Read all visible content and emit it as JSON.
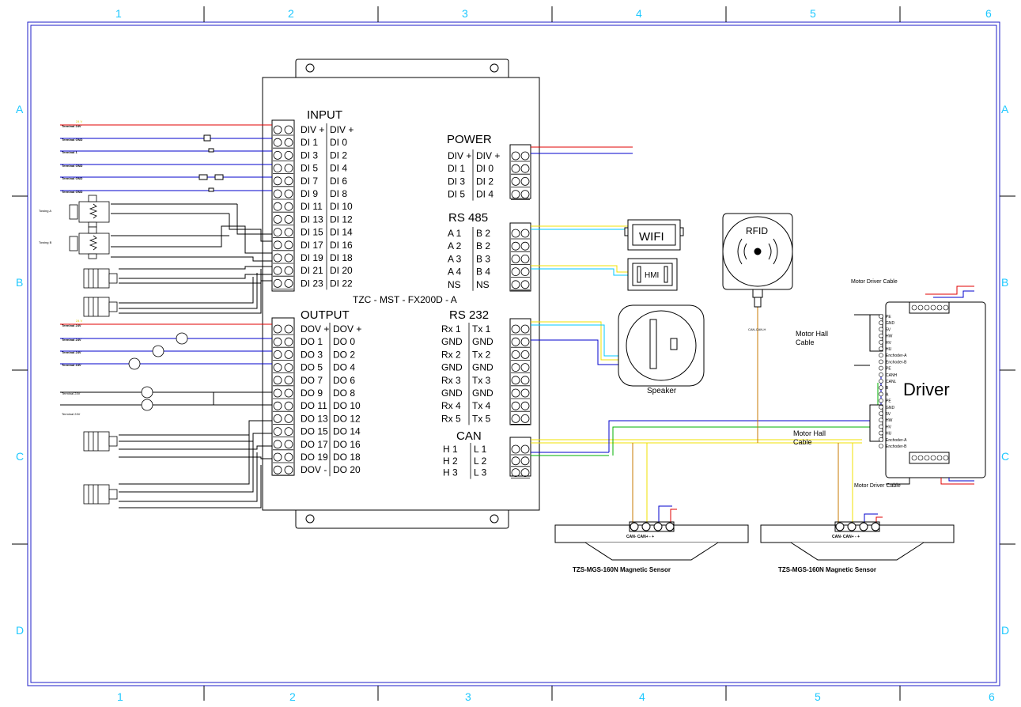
{
  "frame": {
    "columns": [
      "1",
      "2",
      "3",
      "4",
      "5",
      "6"
    ],
    "rows": [
      "A",
      "B",
      "C",
      "D"
    ]
  },
  "controller": {
    "model": "TZC - MST - FX200D - A",
    "input": {
      "title": "INPUT",
      "rows": [
        [
          "DIV +",
          "DIV +"
        ],
        [
          "DI 1",
          "DI 0"
        ],
        [
          "DI 3",
          "DI 2"
        ],
        [
          "DI 5",
          "DI 4"
        ],
        [
          "DI 7",
          "DI 6"
        ],
        [
          "DI 9",
          "DI 8"
        ],
        [
          "DI 11",
          "DI 10"
        ],
        [
          "DI 13",
          "DI 12"
        ],
        [
          "DI 15",
          "DI 14"
        ],
        [
          "DI 17",
          "DI 16"
        ],
        [
          "DI 19",
          "DI 18"
        ],
        [
          "DI 21",
          "DI 20"
        ],
        [
          "DI 23",
          "DI 22"
        ]
      ]
    },
    "output": {
      "title": "OUTPUT",
      "rows": [
        [
          "DOV +",
          "DOV +"
        ],
        [
          "DO 1",
          "DO 0"
        ],
        [
          "DO 3",
          "DO 2"
        ],
        [
          "DO 5",
          "DO 4"
        ],
        [
          "DO 7",
          "DO 6"
        ],
        [
          "DO 9",
          "DO 8"
        ],
        [
          "DO 11",
          "DO 10"
        ],
        [
          "DO 13",
          "DO 12"
        ],
        [
          "DO 15",
          "DO 14"
        ],
        [
          "DO 17",
          "DO 16"
        ],
        [
          "DO 19",
          "DO 18"
        ],
        [
          "DOV -",
          "DO 20"
        ]
      ]
    },
    "power": {
      "title": "POWER",
      "rows": [
        [
          "DIV +",
          "DIV +"
        ],
        [
          "DI 1",
          "DI 0"
        ],
        [
          "DI 3",
          "DI 2"
        ],
        [
          "DI 5",
          "DI 4"
        ]
      ]
    },
    "rs485": {
      "title": "RS 485",
      "rows": [
        [
          "A 1",
          "B 2"
        ],
        [
          "A 2",
          "B 2"
        ],
        [
          "A 3",
          "B 3"
        ],
        [
          "A 4",
          "B 4"
        ],
        [
          "NS",
          "NS"
        ]
      ]
    },
    "rs232": {
      "title": "RS 232",
      "rows": [
        [
          "Rx 1",
          "Tx 1"
        ],
        [
          "GND",
          "GND"
        ],
        [
          "Rx 2",
          "Tx 2"
        ],
        [
          "GND",
          "GND"
        ],
        [
          "Rx 3",
          "Tx 3"
        ],
        [
          "GND",
          "GND"
        ],
        [
          "Rx 4",
          "Tx 4"
        ],
        [
          "Rx 5",
          "Tx 5"
        ]
      ]
    },
    "can": {
      "title": "CAN",
      "rows": [
        [
          "H 1",
          "L 1"
        ],
        [
          "H 2",
          "L 2"
        ],
        [
          "H 3",
          "L 3"
        ]
      ]
    }
  },
  "devices": {
    "wifi": "WIFI",
    "hmi": "HMI",
    "rfid": "RFID",
    "speaker": "Speaker",
    "driver": "Driver",
    "sensor_left": "TZS-MGS-160N Magnetic Sensor",
    "sensor_right": "TZS-MGS-160N Magnetic Sensor",
    "sensor_pins": "CAN- CAN+ - +"
  },
  "labels": {
    "motor_driver_cable_top": "Motor Driver Cable",
    "motor_driver_cable_bottom": "Motor Driver Cable",
    "motor_hall_cable_1": "Motor Hall",
    "motor_hall_cable_2": "Cable",
    "motor_hall_cable_3": "Motor Hall",
    "motor_hall_cable_4": "Cable",
    "towing_a": "Towing  A",
    "towing_b": "Towing  B",
    "v24": "24 V",
    "terminal_24v": "Terminal 24V",
    "terminal_gnd": "Terminal GND",
    "terminal_1": "Terminal 1",
    "can_label": "CAN-CAN-H",
    "driver_pins": [
      "PE",
      "GND",
      "5V",
      "HW",
      "HV",
      "HU",
      "Enchoder-A",
      "Enchoder-B",
      "PE",
      "CANH",
      "CANL",
      "B",
      "A",
      "PE",
      "GND",
      "5V",
      "HW",
      "HV",
      "HU",
      "Enchoder-A",
      "Enchoder-B"
    ]
  },
  "colors": {
    "frame": "#1e1ec8",
    "grid_text": "#1ec8ff",
    "red": "#e00000",
    "blue": "#0000cc",
    "yellow": "#f0e000",
    "green": "#00b000",
    "cyan": "#00c8ff",
    "orange": "#c87800",
    "purple": "#8000c0"
  }
}
